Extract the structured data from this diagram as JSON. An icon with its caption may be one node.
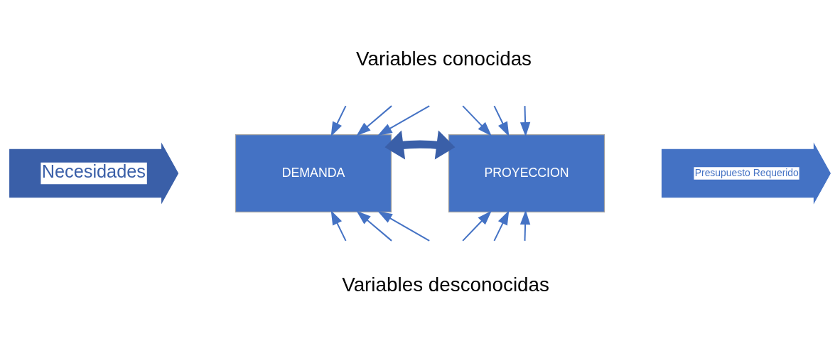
{
  "diagram": {
    "nodes": [
      {
        "text": [
          "Necesidades"
        ]
      },
      {
        "text": [
          "DEMANDA"
        ]
      },
      {
        "text": [
          "PROYECCION"
        ]
      },
      {
        "text": [
          "Presupuesto Requerido"
        ]
      }
    ],
    "edges": [
      {
        "from": 1,
        "to": 2,
        "arrow": "both",
        "style": "thick"
      },
      {
        "from": null,
        "to": 1,
        "arrow": "to"
      },
      {
        "from": null,
        "to": 1,
        "arrow": "to"
      },
      {
        "from": null,
        "to": 1,
        "arrow": "to"
      },
      {
        "from": null,
        "to": 2,
        "arrow": "to"
      },
      {
        "from": null,
        "to": 2,
        "arrow": "to"
      },
      {
        "from": null,
        "to": 2,
        "arrow": "to"
      },
      {
        "from": null,
        "to": 1,
        "arrow": "to"
      },
      {
        "from": null,
        "to": 1,
        "arrow": "to"
      },
      {
        "from": null,
        "to": 1,
        "arrow": "to"
      },
      {
        "from": null,
        "to": 2,
        "arrow": "to"
      },
      {
        "from": null,
        "to": 2,
        "arrow": "to"
      },
      {
        "from": null,
        "to": 2,
        "arrow": "to"
      }
    ],
    "labels": [
      "Variables conocidas",
      "Variables desconocidas"
    ]
  }
}
